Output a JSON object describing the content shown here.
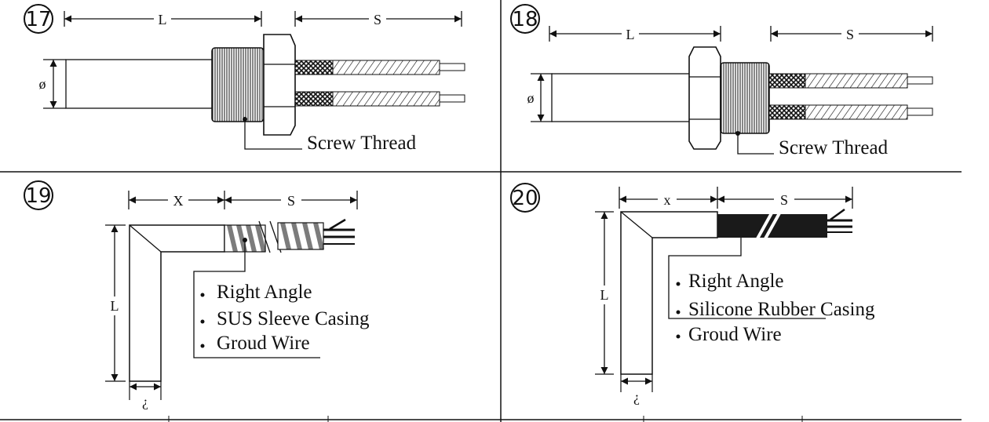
{
  "panels": [
    {
      "number": "17",
      "dims": {
        "L": "L",
        "S": "S",
        "D": "ø"
      },
      "notes": [
        "Screw Thread"
      ]
    },
    {
      "number": "18",
      "dims": {
        "L": "L",
        "S": "S",
        "D": "ø"
      },
      "notes": [
        "Screw Thread"
      ]
    },
    {
      "number": "19",
      "dims": {
        "X": "X",
        "S": "S",
        "L": "L",
        "D": "¿"
      },
      "notes": [
        "Right Angle",
        "SUS Sleeve Casing",
        "Groud Wire"
      ]
    },
    {
      "number": "20",
      "dims": {
        "X": "x",
        "S": "S",
        "L": "L",
        "D": "¿"
      },
      "notes": [
        "Right Angle",
        "Silicone Rubber Casing",
        "Groud Wire"
      ]
    }
  ],
  "colors": {
    "ink": "#111111",
    "cable_fill": "#1a1a1a",
    "background": "#ffffff"
  }
}
